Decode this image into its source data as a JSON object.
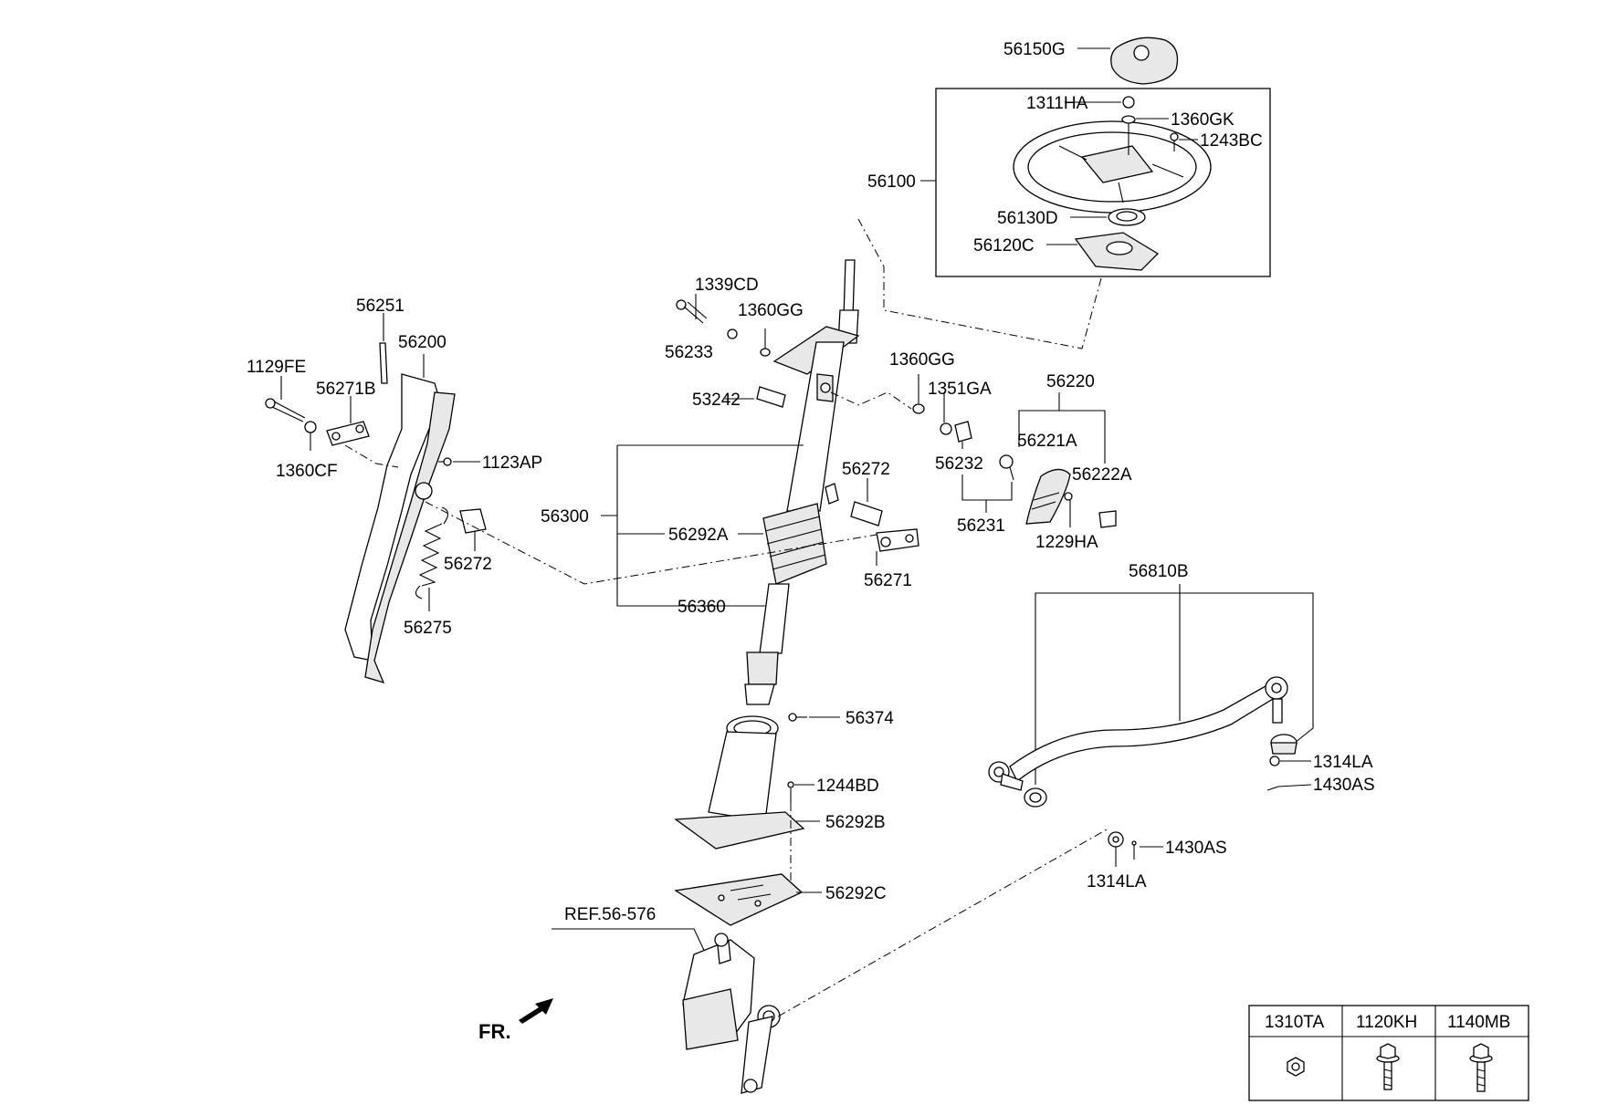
{
  "labels": {
    "p56150G": "56150G",
    "p1311HA": "1311HA",
    "p1360GK": "1360GK",
    "p1243BC": "1243BC",
    "p56100": "56100",
    "p56130D": "56130D",
    "p56120C": "56120C",
    "p1339CD": "1339CD",
    "p1360GG_a": "1360GG",
    "p56233": "56233",
    "p53242": "53242",
    "p1360GG_b": "1360GG",
    "p1351GA": "1351GA",
    "p56220": "56220",
    "p56221A": "56221A",
    "p56232": "56232",
    "p56222A": "56222A",
    "p56231": "56231",
    "p1229HA": "1229HA",
    "p56251": "56251",
    "p56200": "56200",
    "p1129FE": "1129FE",
    "p56271B": "56271B",
    "p1123AP": "1123AP",
    "p1360CF": "1360CF",
    "p56272_a": "56272",
    "p56275": "56275",
    "p56300": "56300",
    "p56292A": "56292A",
    "p56360": "56360",
    "p56272_b": "56272",
    "p56271": "56271",
    "p56374": "56374",
    "p1244BD": "1244BD",
    "p56292B": "56292B",
    "p56292C": "56292C",
    "pREF": "REF.56-576",
    "pFR": "FR.",
    "p56810B": "56810B",
    "p1314LA_a": "1314LA",
    "p1430AS_a": "1430AS",
    "p1430AS_b": "1430AS",
    "p1314LA_b": "1314LA"
  },
  "legend_table": {
    "headers": [
      "1310TA",
      "1120KH",
      "1140MB"
    ],
    "icons": [
      "hex-nut-icon",
      "flange-bolt-icon",
      "flange-bolt-long-icon"
    ]
  }
}
